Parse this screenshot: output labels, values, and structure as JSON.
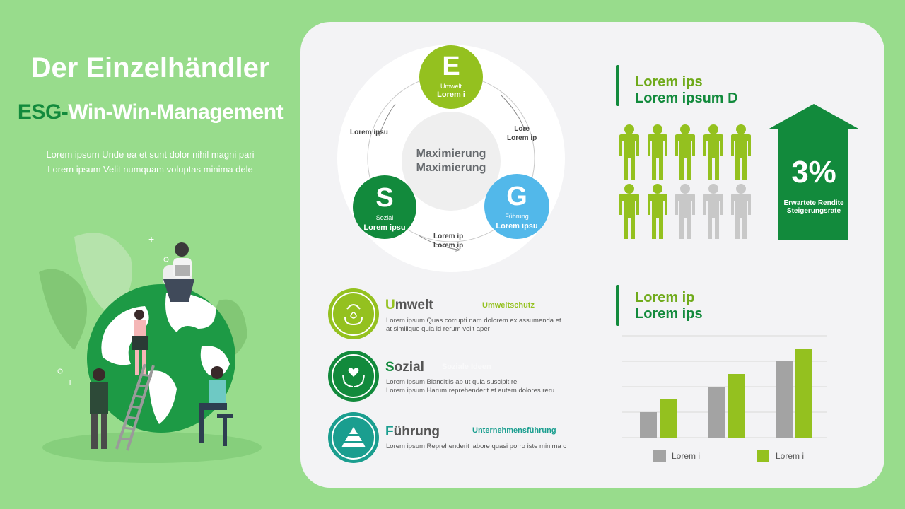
{
  "left": {
    "title": "Der Einzelhändler",
    "subtitle_esg": "ESG-",
    "subtitle_rest": "Win-Win-Management",
    "desc_line1": "Lorem ipsum Unde ea et sunt dolor nihil magni pari",
    "desc_line2": "Lorem ipsum Velit numquam voluptas minima dele"
  },
  "cycle": {
    "center_line1": "Maximierung",
    "center_line2": "Maximierung",
    "e": {
      "letter": "E",
      "label": "Umwelt",
      "sub": "Lorem i"
    },
    "s": {
      "letter": "S",
      "label": "Sozial",
      "sub": "Lorem ipsu"
    },
    "g": {
      "letter": "G",
      "label": "Führung",
      "sub": "Lorem ipsu"
    },
    "arrow_left": "Lorem ipsu",
    "arrow_right_1": "Lore",
    "arrow_right_2": "Lorem ip",
    "arrow_bottom_1": "Lorem ip",
    "arrow_bottom_2": "Lorem ip"
  },
  "people_block": {
    "heading_line1": "Lorem ips",
    "heading_line2": "Lorem ipsum D",
    "highlighted_count": 7,
    "total_count": 10,
    "percent": "3%",
    "caption_line1": "Erwartete Rendite",
    "caption_line2": "Steigerungsrate"
  },
  "esg_items": [
    {
      "first": "U",
      "rest": "mwelt",
      "tag": "Umweltschutz",
      "text1": "Lorem ipsum Quas corrupti nam dolorem ex assumenda et",
      "text2": "at similique quia id rerum velit aper"
    },
    {
      "first": "S",
      "rest": "ozial",
      "tag": "Soziale Ideen",
      "text1": "Lorem ipsum Blanditiis ab ut quia suscipit re",
      "text2": "Lorem ipsum Harum reprehenderit et autem dolores reru"
    },
    {
      "first": "F",
      "rest": "ührung",
      "tag": "Unternehmensführung",
      "text1": "Lorem ipsum Reprehenderit labore quasi porro iste minima c",
      "text2": ""
    }
  ],
  "colors": {
    "bg": "#98dc8c",
    "dark_green": "#128a3c",
    "lime": "#94c11f",
    "blue": "#52b8ea",
    "teal": "#1a9e8f",
    "gray": "#a3a3a3"
  },
  "chart_heading": {
    "line1": "Lorem ip",
    "line2": "Lorem ips"
  },
  "chart_data": {
    "type": "bar",
    "categories": [
      "",
      "",
      ""
    ],
    "series": [
      {
        "name": "Lorem i",
        "values": [
          2,
          4,
          6
        ]
      },
      {
        "name": "Lorem i",
        "values": [
          3,
          5,
          7
        ]
      }
    ],
    "ylim": [
      0,
      8
    ],
    "grid": true,
    "legend": "bottom"
  }
}
